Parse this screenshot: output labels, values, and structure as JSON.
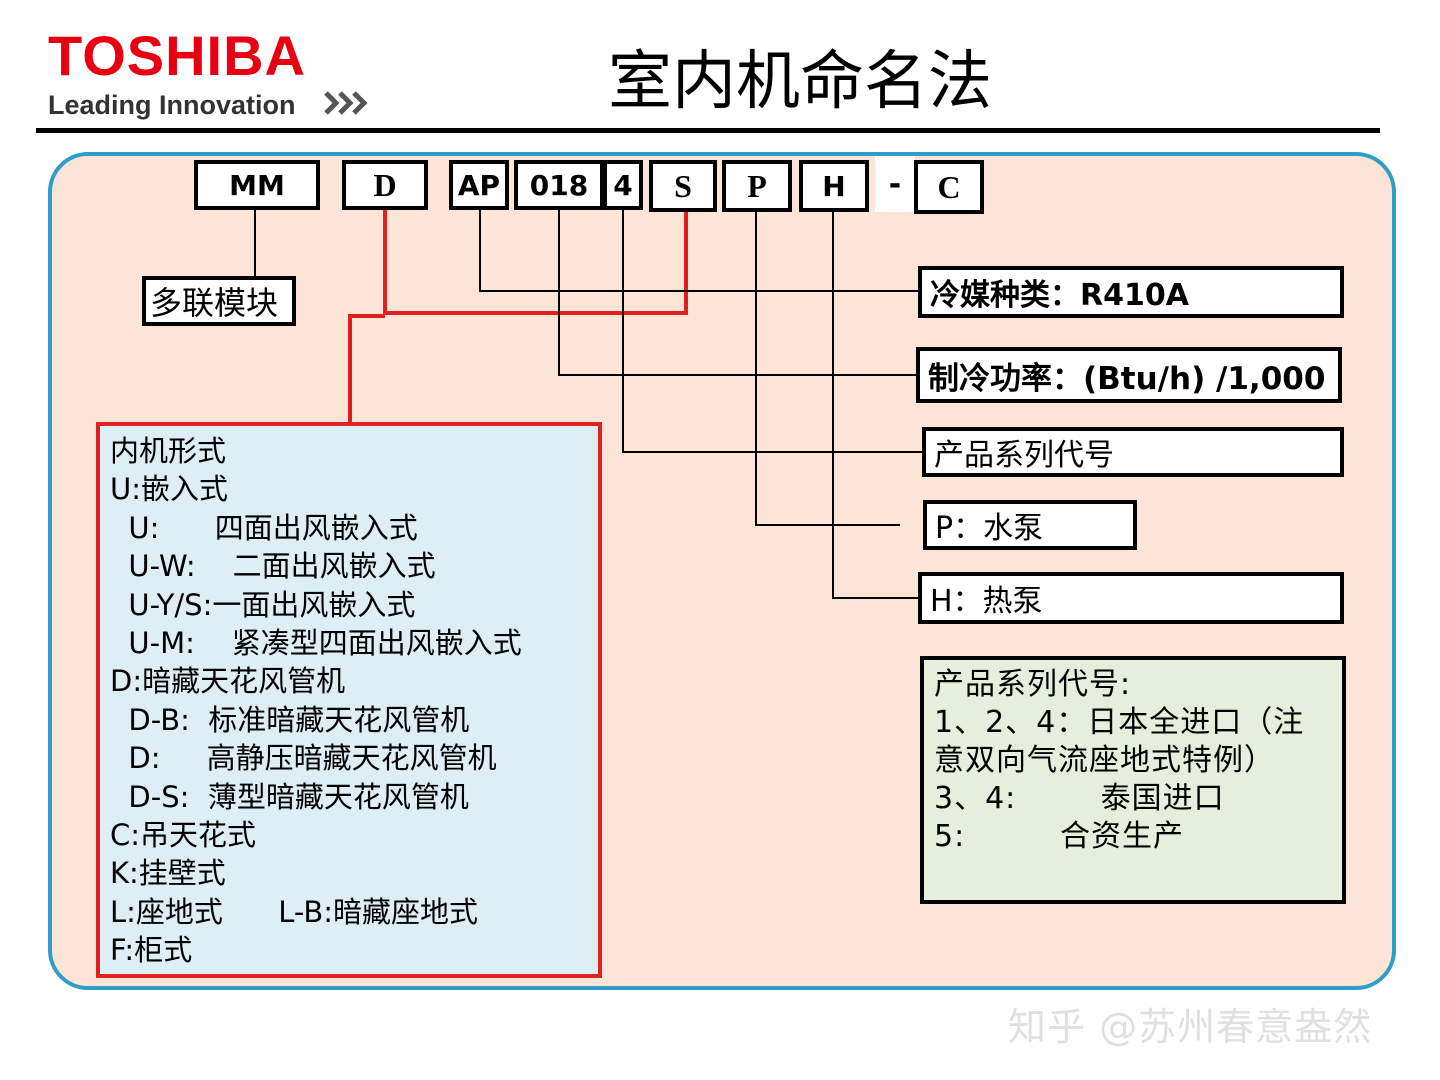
{
  "logo": {
    "brand": "TOSHIBA",
    "tagline": "Leading Innovation"
  },
  "title": "室内机命名法",
  "code": [
    "MM",
    "D",
    "AP",
    "018",
    "4",
    "S",
    "P",
    "H",
    "-",
    "C"
  ],
  "labels": {
    "mm": "多联模块",
    "refrigerant": "冷媒种类：R410A",
    "capacity": "制冷功率：(Btu/h) /1,000",
    "series": "产品系列代号",
    "pump": "P：水泵",
    "heat": "H：热泵"
  },
  "unit_types": [
    "内机形式",
    "U:嵌入式",
    "  U:      四面出风嵌入式",
    "  U-W:    二面出风嵌入式",
    "  U-Y/S:一面出风嵌入式",
    "  U-M:    紧凑型四面出风嵌入式",
    "D:暗藏天花风管机",
    "  D-B:  标准暗藏天花风管机",
    "  D:     高静压暗藏天花风管机",
    "  D-S:  薄型暗藏天花风管机",
    "C:吊天花式",
    "K:挂壁式",
    "L:座地式      L-B:暗藏座地式",
    "F:柜式"
  ],
  "series_info": [
    "产品系列代号:",
    "",
    "1、2、4：日本全进口（注",
    "意双向气流座地式特例）",
    "3、4:        泰国进口",
    "5:         合资生产"
  ],
  "watermark": "知乎 @苏州春意盎然",
  "colors": {
    "brand_red": "#e60012",
    "panel_bg": "#fce4d6",
    "panel_border": "#2e9dc8",
    "type_box_bg": "#ddeef5",
    "type_box_border": "#e02020",
    "series_box_bg": "#e6efdc"
  }
}
